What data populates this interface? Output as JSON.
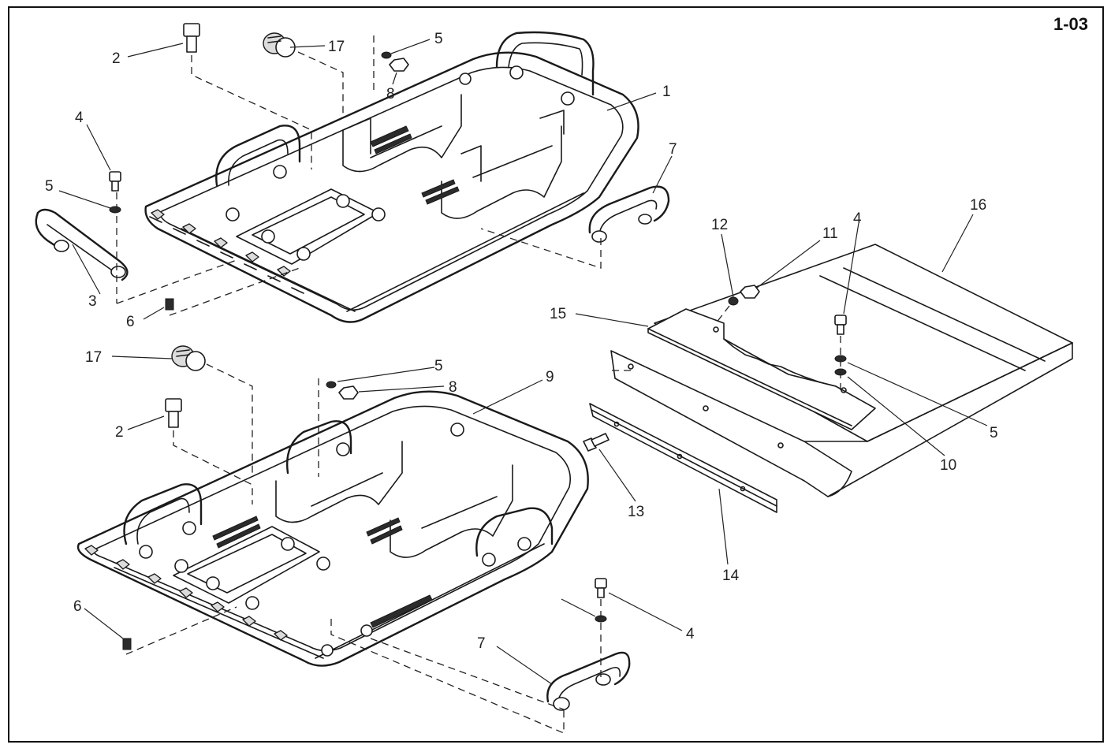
{
  "page_id": "1-03",
  "callouts": {
    "c1": "1",
    "c2a": "2",
    "c2b": "2",
    "c3": "3",
    "c4a": "4",
    "c4b": "4",
    "c4c": "4",
    "c5a": "5",
    "c5b": "5",
    "c5c": "5",
    "c5d": "5",
    "c6a": "6",
    "c6b": "6",
    "c7a": "7",
    "c7b": "7",
    "c8a": "8",
    "c8b": "8",
    "c9": "9",
    "c10": "10",
    "c11": "11",
    "c12": "12",
    "c13": "13",
    "c14": "14",
    "c15": "15",
    "c16": "16",
    "c17a": "17",
    "c17b": "17"
  }
}
